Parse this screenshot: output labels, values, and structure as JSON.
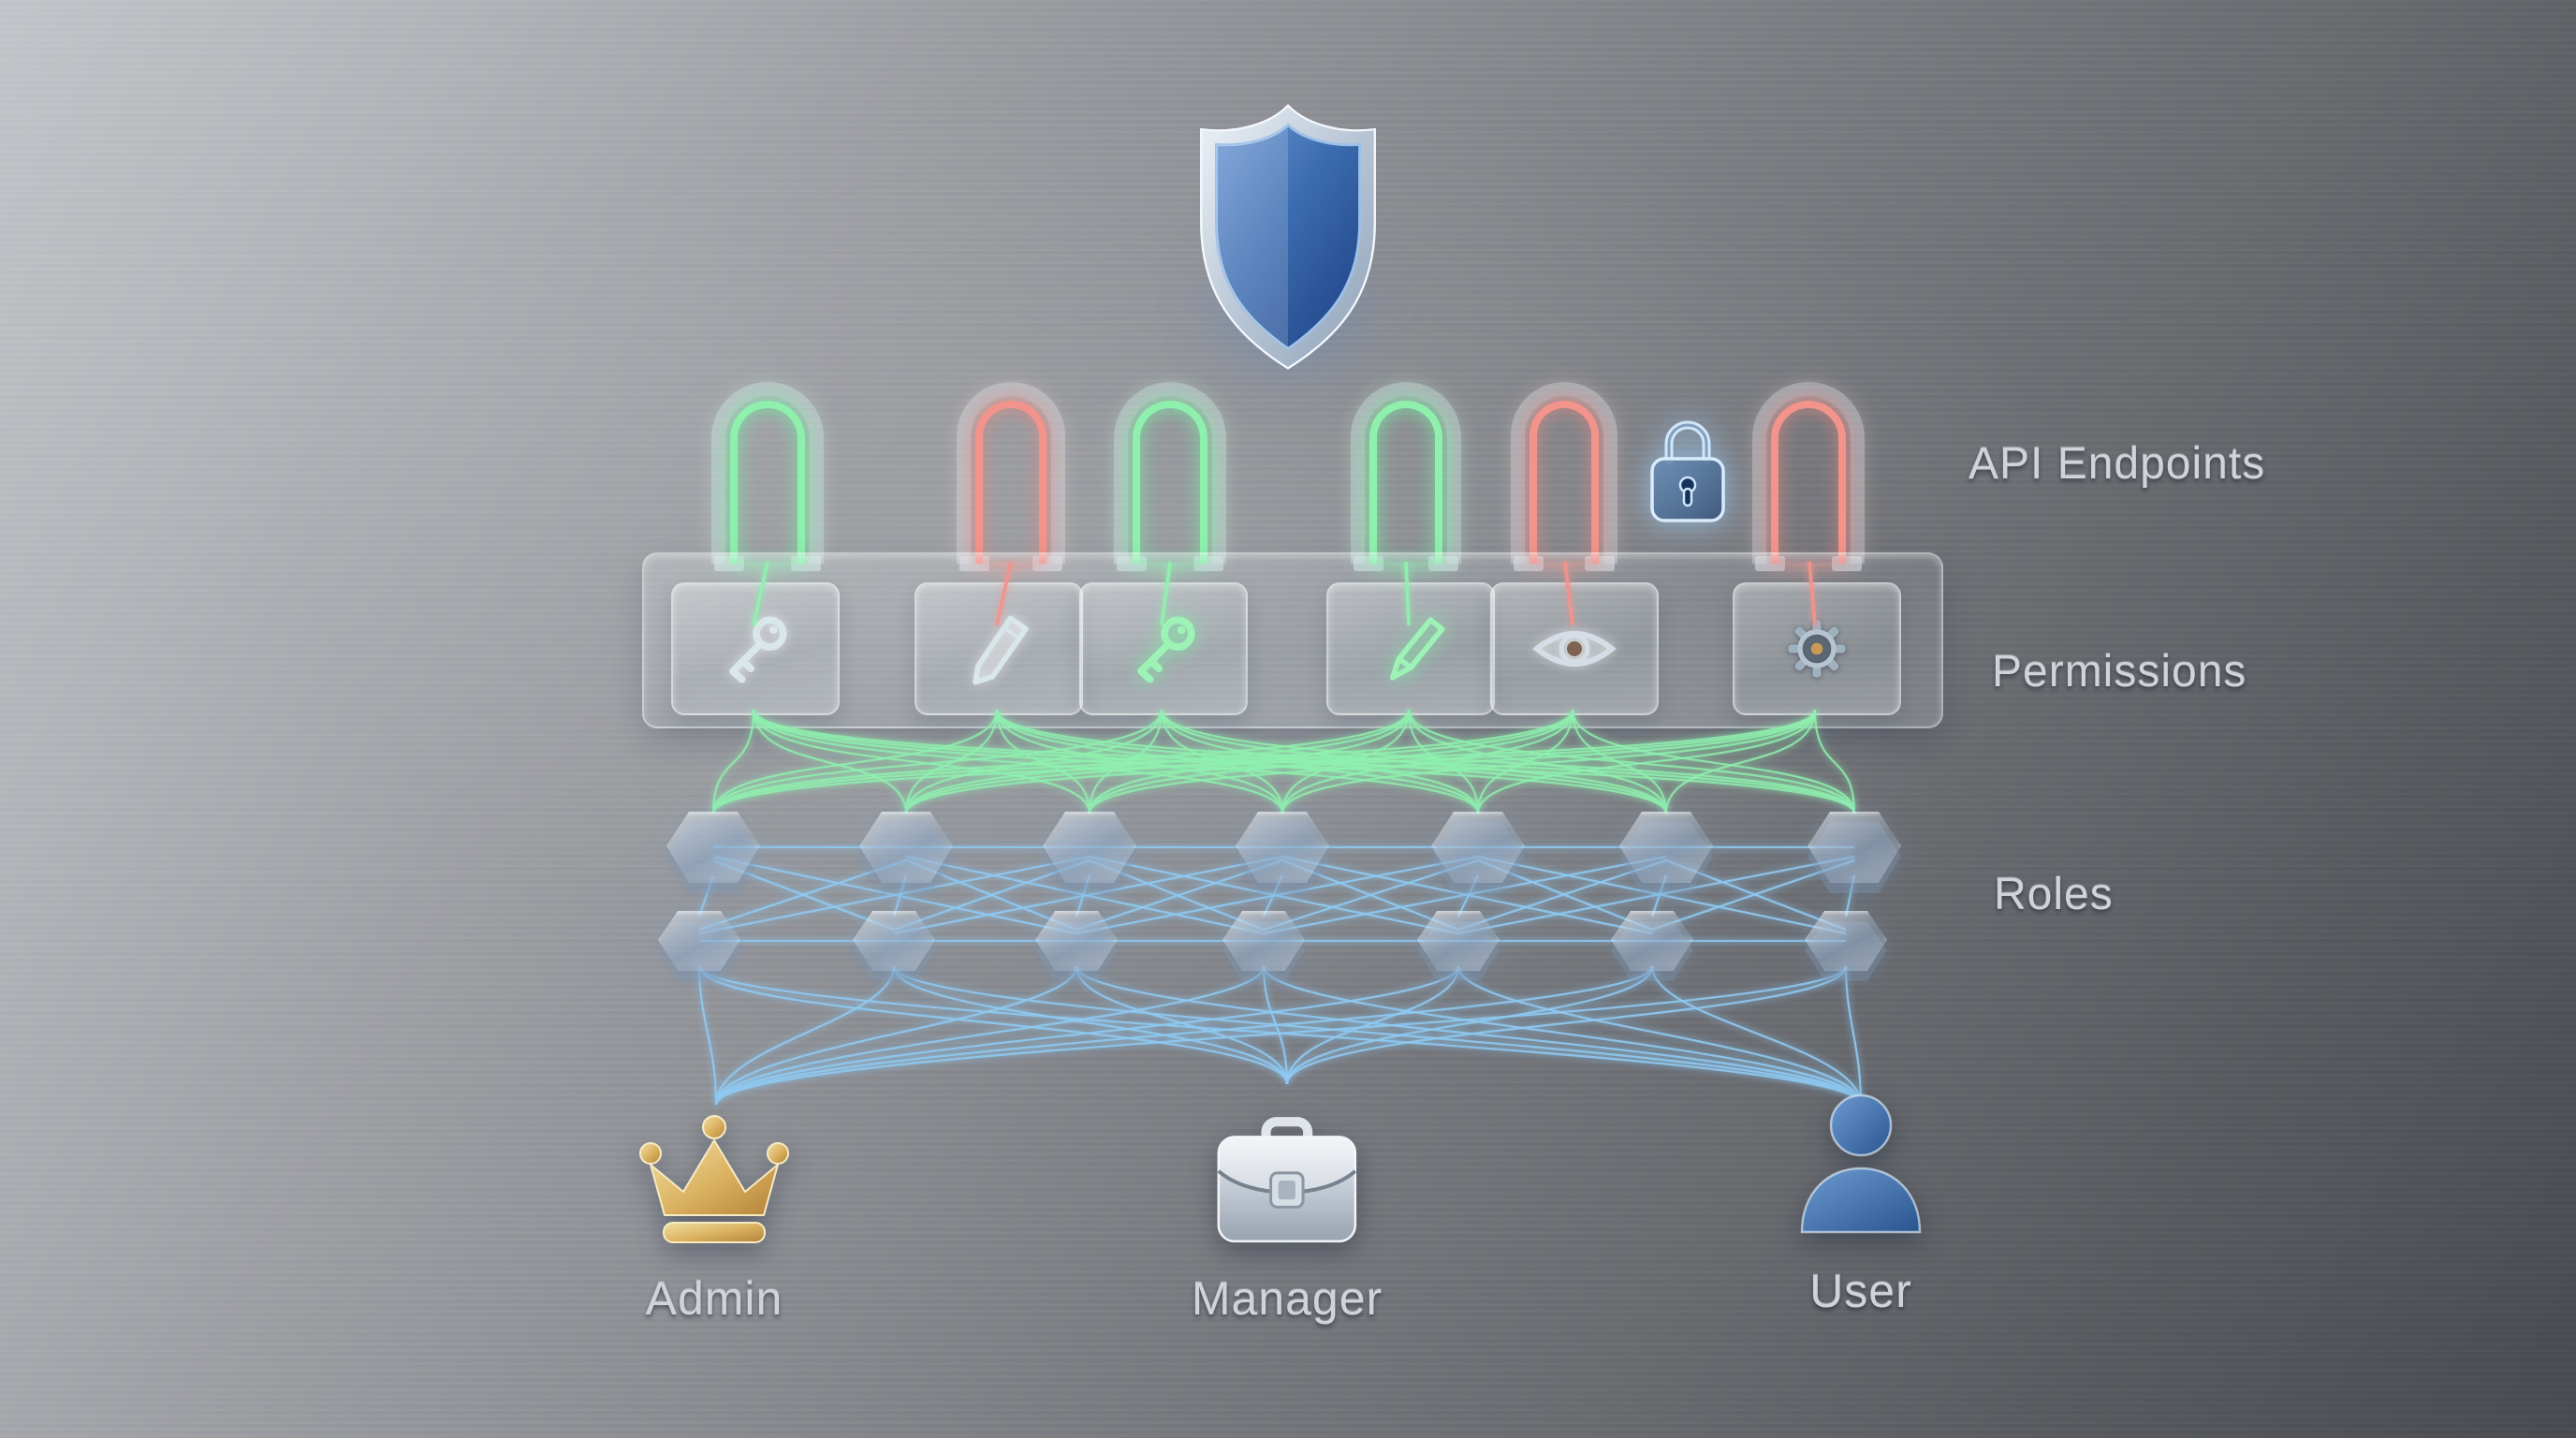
{
  "diagram": {
    "type": "rbac-access-flow",
    "labels": {
      "api_endpoints": "API Endpoints",
      "permissions": "Permissions",
      "roles": "Roles"
    },
    "shield": {
      "icon": "security-shield-icon"
    },
    "api_endpoints": {
      "items": [
        {
          "icon": "endpoint-arch-icon",
          "color": "green"
        },
        {
          "icon": "endpoint-arch-icon",
          "color": "red"
        },
        {
          "icon": "endpoint-arch-icon",
          "color": "green"
        },
        {
          "icon": "endpoint-arch-icon",
          "color": "green"
        },
        {
          "icon": "endpoint-arch-icon",
          "color": "red"
        },
        {
          "icon": "lock-icon",
          "color": "blue"
        },
        {
          "icon": "endpoint-arch-icon",
          "color": "red"
        }
      ]
    },
    "permissions": {
      "tiles": [
        "key",
        "pencil",
        "key",
        "pen",
        "eye",
        "gear"
      ]
    },
    "roles": {
      "top_nodes": 7,
      "bottom_nodes": 7,
      "node_shape": "hexagon"
    },
    "actors": [
      {
        "label": "Admin",
        "icon": "crown-icon"
      },
      {
        "label": "Manager",
        "icon": "briefcase-icon"
      },
      {
        "label": "User",
        "icon": "person-icon"
      }
    ]
  },
  "colors": {
    "neon_green": "#8ff0ae",
    "neon_red": "#f2948c",
    "wire_blue": "#8ec9f2",
    "lock_blue": "#cfe6fb",
    "shield_blue": "#2f5ea8",
    "crown_gold": "#d9b05e",
    "label_silver": "#d0d4da"
  }
}
